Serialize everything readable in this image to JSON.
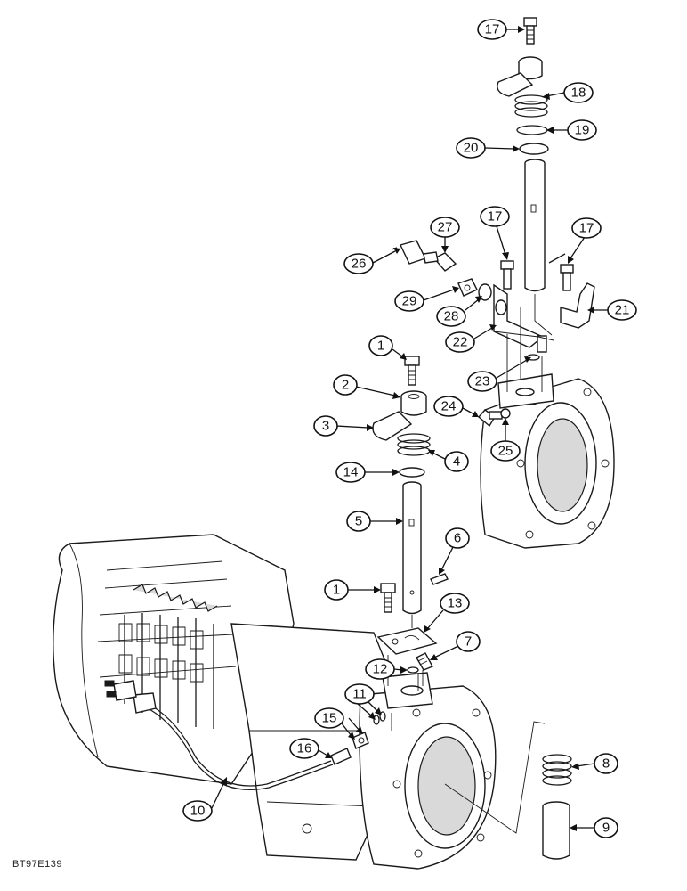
{
  "drawing_code": "BT97E139",
  "callouts": [
    {
      "id": "17a",
      "label": "17"
    },
    {
      "id": "18",
      "label": "18"
    },
    {
      "id": "19",
      "label": "19"
    },
    {
      "id": "20",
      "label": "20"
    },
    {
      "id": "27",
      "label": "27"
    },
    {
      "id": "17b",
      "label": "17"
    },
    {
      "id": "17c",
      "label": "17"
    },
    {
      "id": "26",
      "label": "26"
    },
    {
      "id": "29",
      "label": "29"
    },
    {
      "id": "28",
      "label": "28"
    },
    {
      "id": "21",
      "label": "21"
    },
    {
      "id": "22",
      "label": "22"
    },
    {
      "id": "1a",
      "label": "1"
    },
    {
      "id": "23",
      "label": "23"
    },
    {
      "id": "2",
      "label": "2"
    },
    {
      "id": "24",
      "label": "24"
    },
    {
      "id": "3",
      "label": "3"
    },
    {
      "id": "25",
      "label": "25"
    },
    {
      "id": "4",
      "label": "4"
    },
    {
      "id": "14",
      "label": "14"
    },
    {
      "id": "5",
      "label": "5"
    },
    {
      "id": "6",
      "label": "6"
    },
    {
      "id": "1b",
      "label": "1"
    },
    {
      "id": "13",
      "label": "13"
    },
    {
      "id": "7",
      "label": "7"
    },
    {
      "id": "12",
      "label": "12"
    },
    {
      "id": "11",
      "label": "11"
    },
    {
      "id": "15",
      "label": "15"
    },
    {
      "id": "16",
      "label": "16"
    },
    {
      "id": "8",
      "label": "8"
    },
    {
      "id": "10",
      "label": "10"
    },
    {
      "id": "9",
      "label": "9"
    }
  ]
}
